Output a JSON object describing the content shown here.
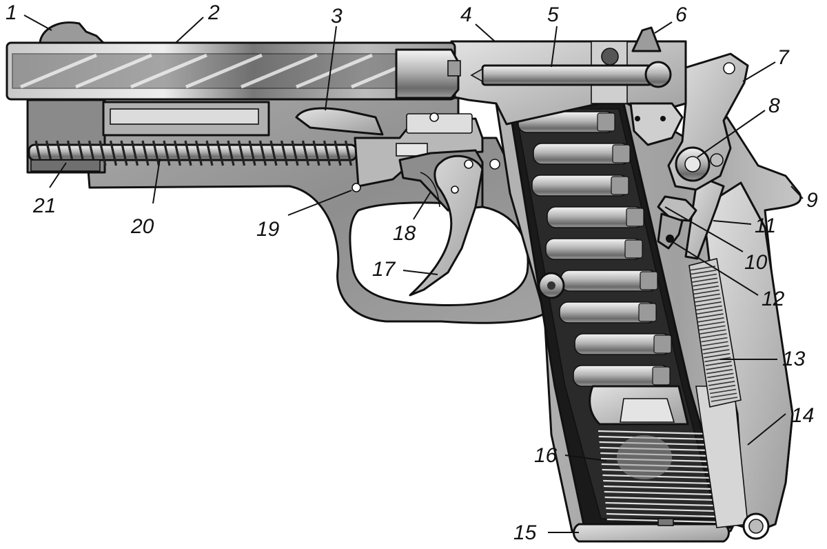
{
  "diagram": {
    "background_color": "#ffffff",
    "line_color": "#111111",
    "labels": [
      "1",
      "2",
      "3",
      "4",
      "5",
      "6",
      "7",
      "8",
      "9",
      "10",
      "11",
      "12",
      "13",
      "14",
      "15",
      "16",
      "17",
      "18",
      "19",
      "20",
      "21"
    ]
  }
}
